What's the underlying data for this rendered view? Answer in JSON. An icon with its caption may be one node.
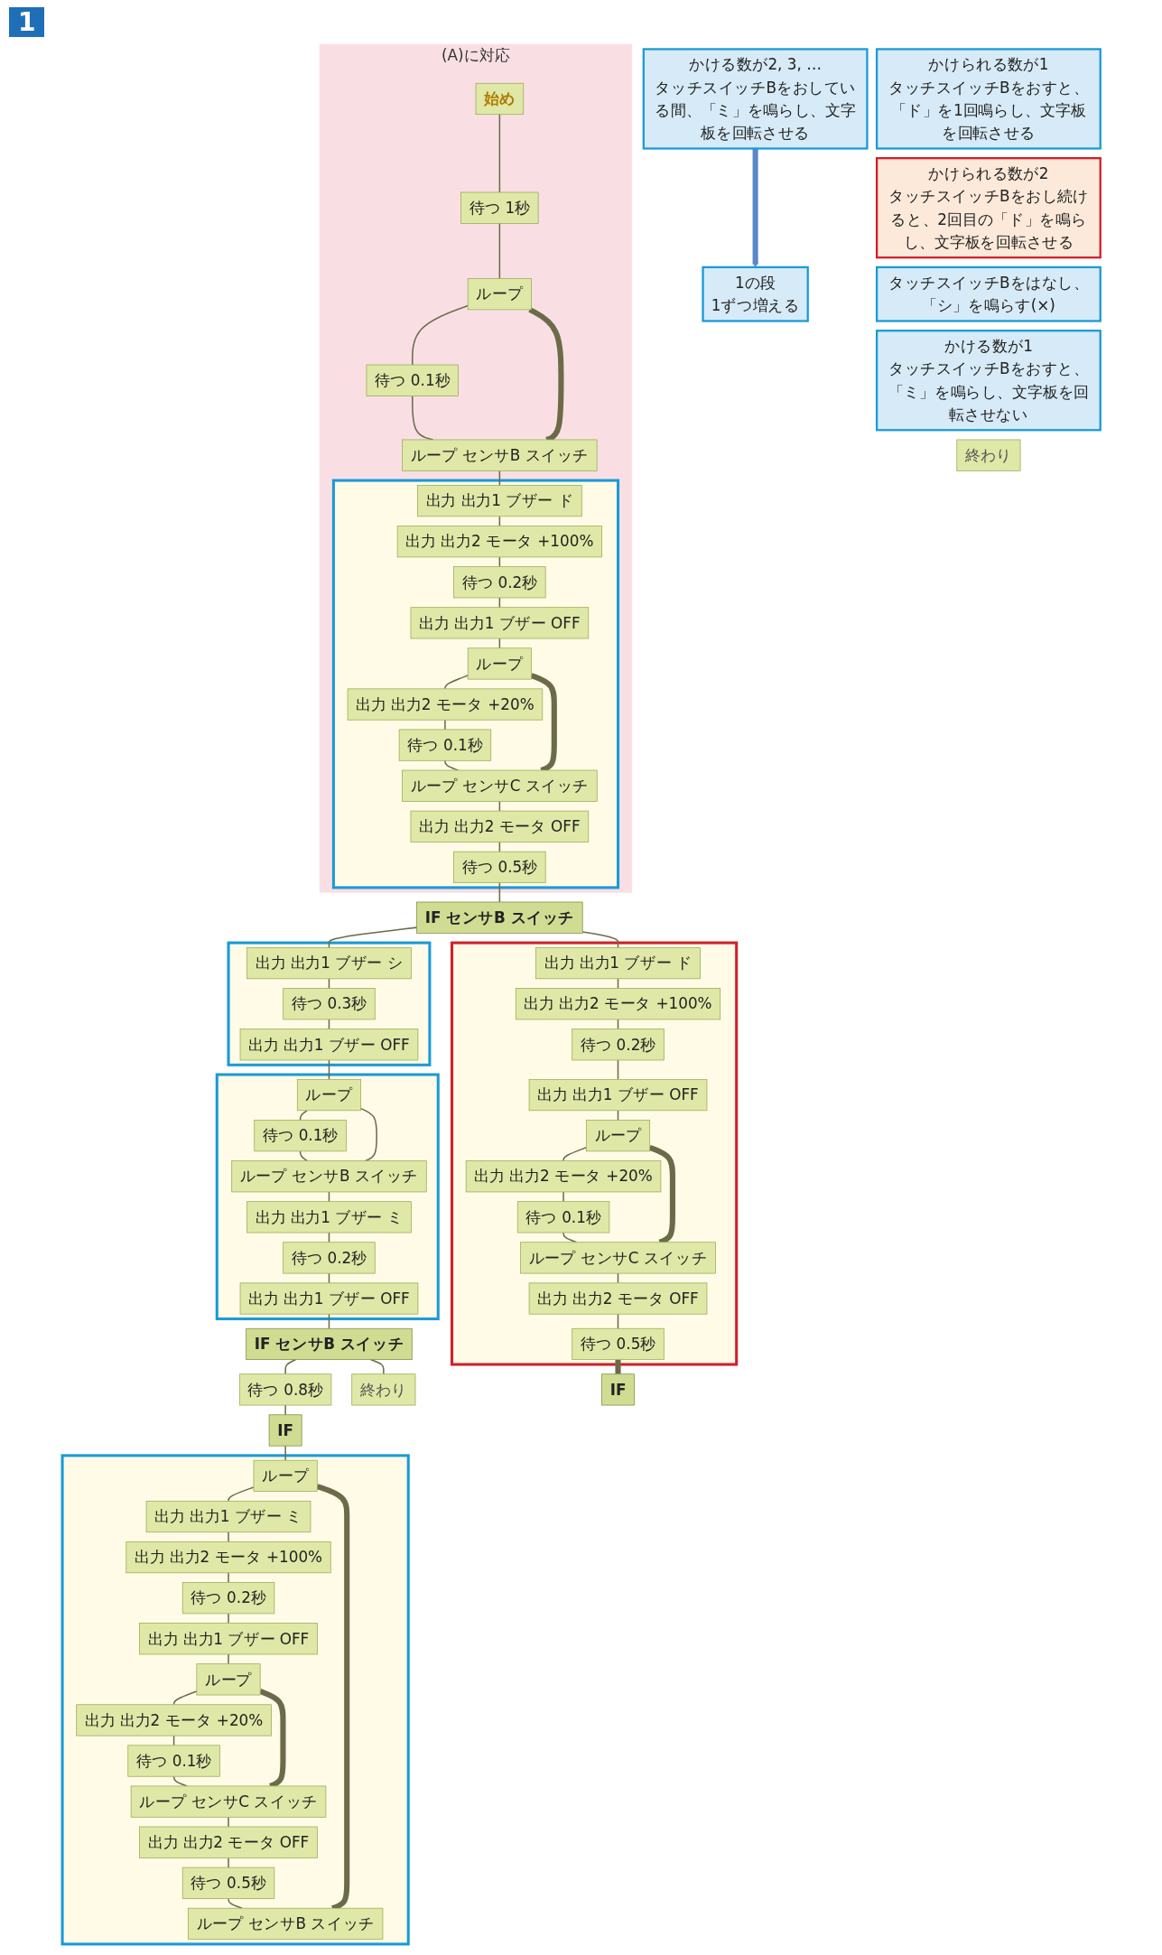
{
  "diagram": {
    "nodes": [
      {
        "text": [
          "(A)に対応"
        ]
      },
      {
        "text": [
          "始め"
        ],
        "in": 0
      },
      {
        "text": [
          "待つ 1秒"
        ],
        "in": 0
      },
      {
        "text": [
          "ループ"
        ],
        "in": 0
      },
      {
        "text": [
          "待つ 0.1秒"
        ],
        "in": 0
      },
      {
        "text": [
          "ループ センサB スイッチ"
        ],
        "in": 0
      },
      {
        "text": [],
        "shape": "box",
        "in": 0
      },
      {
        "text": [
          "出力 出力1 ブザー ド"
        ],
        "in": 6
      },
      {
        "text": [
          "出力 出力2 モータ +100%"
        ],
        "in": 6
      },
      {
        "text": [
          "待つ 0.2秒"
        ],
        "in": 6
      },
      {
        "text": [
          "出力 出力1 ブザー OFF"
        ],
        "in": 6
      },
      {
        "text": [
          "ループ"
        ],
        "in": 6
      },
      {
        "text": [
          "出力 出力2 モータ +20%"
        ],
        "in": 6
      },
      {
        "text": [
          "待つ 0.1秒"
        ],
        "in": 6
      },
      {
        "text": [
          "ループ センサC スイッチ"
        ],
        "in": 6
      },
      {
        "text": [
          "出力 出力2 モータ OFF"
        ],
        "in": 6
      },
      {
        "text": [
          "待つ 0.5秒"
        ],
        "in": 6
      },
      {
        "text": [
          "かけられる数が1",
          "タッチスイッチBをおすと、「ド」を1回鳴らし、文字板を回転させる"
        ]
      },
      {
        "text": [
          "IF センサB スイッチ"
        ]
      },
      {
        "text": [],
        "shape": "box"
      },
      {
        "text": [
          "出力 出力1 ブザー ド"
        ],
        "in": 19
      },
      {
        "text": [
          "出力 出力2 モータ +100%"
        ],
        "in": 19
      },
      {
        "text": [
          "待つ 0.2秒"
        ],
        "in": 19
      },
      {
        "text": [
          "出力 出力1 ブザー OFF"
        ],
        "in": 19
      },
      {
        "text": [
          "ループ"
        ],
        "in": 19
      },
      {
        "text": [
          "出力 出力2 モータ +20%"
        ],
        "in": 19
      },
      {
        "text": [
          "待つ 0.1秒"
        ],
        "in": 19
      },
      {
        "text": [
          "ループ センサC スイッチ"
        ],
        "in": 19
      },
      {
        "text": [
          "出力 出力2 モータ OFF"
        ],
        "in": 19
      },
      {
        "text": [
          "待つ 0.5秒"
        ],
        "in": 19
      },
      {
        "text": [
          "かけられる数が2",
          "タッチスイッチBをおし続けると、2回目の「ド」を鳴らし、文字板を回転させる"
        ]
      },
      {
        "text": [],
        "shape": "box"
      },
      {
        "text": [
          "出力 出力1 ブザー シ"
        ],
        "in": 31
      },
      {
        "text": [
          "待つ 0.3秒"
        ],
        "in": 31
      },
      {
        "text": [
          "出力 出力1 ブザー OFF"
        ],
        "in": 31
      },
      {
        "text": [
          "タッチスイッチBをはなし、「シ」を鳴らす(×)"
        ]
      },
      {
        "text": [],
        "shape": "box"
      },
      {
        "text": [
          "ループ"
        ],
        "in": 36
      },
      {
        "text": [
          "待つ 0.1秒"
        ],
        "in": 36
      },
      {
        "text": [
          "ループ センサB スイッチ"
        ],
        "in": 36
      },
      {
        "text": [
          "出力 出力1 ブザー ミ"
        ],
        "in": 36
      },
      {
        "text": [
          "待つ 0.2秒"
        ],
        "in": 36
      },
      {
        "text": [
          "出力 出力1 ブザー OFF"
        ],
        "in": 36
      },
      {
        "text": [
          "かける数が1",
          "タッチスイッチBをおすと、「ミ」を鳴らし、文字板を回転させない"
        ]
      },
      {
        "text": [
          "IF センサB スイッチ"
        ]
      },
      {
        "text": [
          "待つ 0.8秒"
        ]
      },
      {
        "text": [
          "終わり"
        ]
      },
      {
        "text": [
          "IF"
        ]
      },
      {
        "text": [],
        "shape": "box"
      },
      {
        "text": [
          "ループ"
        ],
        "in": 48
      },
      {
        "text": [
          "出力 出力1 ブザー ミ"
        ],
        "in": 48
      },
      {
        "text": [
          "出力 出力2 モータ +100%"
        ],
        "in": 48
      },
      {
        "text": [
          "待つ 0.2秒"
        ],
        "in": 48
      },
      {
        "text": [
          "出力 出力1 ブザー OFF"
        ],
        "in": 48
      },
      {
        "text": [
          "ループ"
        ],
        "in": 48
      },
      {
        "text": [
          "出力 出力2 モータ +20%"
        ],
        "in": 48
      },
      {
        "text": [
          "待つ 0.1秒"
        ],
        "in": 48
      },
      {
        "text": [
          "ループ センサC スイッチ"
        ],
        "in": 48
      },
      {
        "text": [
          "出力 出力2 モータ OFF"
        ],
        "in": 48
      },
      {
        "text": [
          "待つ 0.5秒"
        ],
        "in": 48
      },
      {
        "text": [
          "ループ センサB スイッチ"
        ],
        "in": 48
      },
      {
        "text": [
          "かける数が2, 3, …",
          "タッチスイッチBをおしている間、「ミ」を鳴らし、文字板を回転させる"
        ]
      },
      {
        "text": [
          "終わり"
        ]
      },
      {
        "text": [
          "1の段",
          "1ずつ増える"
        ]
      },
      {
        "text": [
          "IF"
        ]
      }
    ],
    "edges": [
      {
        "from": 1,
        "to": 2,
        "arrow": "none"
      },
      {
        "from": 2,
        "to": 3,
        "arrow": "none"
      },
      {
        "from": 3,
        "to": 4,
        "arrow": "none"
      },
      {
        "from": 4,
        "to": 5,
        "arrow": "none"
      },
      {
        "from": 3,
        "to": 5,
        "arrow": "none",
        "style": "thick",
        "color": "#6b6b4a"
      },
      {
        "from": 5,
        "to": 7,
        "arrow": "none"
      },
      {
        "from": 7,
        "to": 8,
        "arrow": "none"
      },
      {
        "from": 8,
        "to": 9,
        "arrow": "none"
      },
      {
        "from": 9,
        "to": 10,
        "arrow": "none"
      },
      {
        "from": 10,
        "to": 11,
        "arrow": "none"
      },
      {
        "from": 11,
        "to": 12,
        "arrow": "none"
      },
      {
        "from": 12,
        "to": 13,
        "arrow": "none"
      },
      {
        "from": 13,
        "to": 14,
        "arrow": "none"
      },
      {
        "from": 11,
        "to": 14,
        "arrow": "none",
        "style": "thick",
        "color": "#6b6b4a"
      },
      {
        "from": 14,
        "to": 15,
        "arrow": "none"
      },
      {
        "from": 15,
        "to": 16,
        "arrow": "none"
      },
      {
        "from": 16,
        "to": 18,
        "arrow": "none"
      },
      {
        "from": 18,
        "to": 20,
        "arrow": "none"
      },
      {
        "from": 20,
        "to": 21,
        "arrow": "none"
      },
      {
        "from": 21,
        "to": 22,
        "arrow": "none"
      },
      {
        "from": 22,
        "to": 23,
        "arrow": "none"
      },
      {
        "from": 23,
        "to": 24,
        "arrow": "none"
      },
      {
        "from": 24,
        "to": 25,
        "arrow": "none"
      },
      {
        "from": 25,
        "to": 26,
        "arrow": "none"
      },
      {
        "from": 26,
        "to": 27,
        "arrow": "none"
      },
      {
        "from": 24,
        "to": 27,
        "arrow": "none",
        "style": "thick",
        "color": "#6b6b4a"
      },
      {
        "from": 27,
        "to": 28,
        "arrow": "none"
      },
      {
        "from": 28,
        "to": 29,
        "arrow": "none"
      },
      {
        "from": 29,
        "to": 64,
        "arrow": "none",
        "style": "thick",
        "color": "#6b6b4a"
      },
      {
        "from": 18,
        "to": 32,
        "arrow": "none"
      },
      {
        "from": 32,
        "to": 33,
        "arrow": "none"
      },
      {
        "from": 33,
        "to": 34,
        "arrow": "none"
      },
      {
        "from": 34,
        "to": 37,
        "arrow": "none"
      },
      {
        "from": 37,
        "to": 38,
        "arrow": "none"
      },
      {
        "from": 38,
        "to": 39,
        "arrow": "none"
      },
      {
        "from": 37,
        "to": 39,
        "arrow": "none"
      },
      {
        "from": 39,
        "to": 40,
        "arrow": "none"
      },
      {
        "from": 40,
        "to": 41,
        "arrow": "none"
      },
      {
        "from": 41,
        "to": 42,
        "arrow": "none"
      },
      {
        "from": 42,
        "to": 44,
        "arrow": "none"
      },
      {
        "from": 44,
        "to": 45,
        "arrow": "none"
      },
      {
        "from": 44,
        "to": 46,
        "arrow": "none"
      },
      {
        "from": 45,
        "to": 47,
        "arrow": "none"
      },
      {
        "from": 47,
        "to": 49,
        "arrow": "none"
      },
      {
        "from": 49,
        "to": 50,
        "arrow": "none"
      },
      {
        "from": 50,
        "to": 51,
        "arrow": "none"
      },
      {
        "from": 51,
        "to": 52,
        "arrow": "none"
      },
      {
        "from": 52,
        "to": 53,
        "arrow": "none"
      },
      {
        "from": 53,
        "to": 54,
        "arrow": "none"
      },
      {
        "from": 54,
        "to": 55,
        "arrow": "none"
      },
      {
        "from": 55,
        "to": 56,
        "arrow": "none"
      },
      {
        "from": 56,
        "to": 57,
        "arrow": "none"
      },
      {
        "from": 54,
        "to": 57,
        "arrow": "none",
        "style": "thick",
        "color": "#6b6b4a"
      },
      {
        "from": 57,
        "to": 58,
        "arrow": "none"
      },
      {
        "from": 58,
        "to": 59,
        "arrow": "none"
      },
      {
        "from": 59,
        "to": 60,
        "arrow": "none"
      },
      {
        "from": 49,
        "to": 60,
        "arrow": "none",
        "style": "thick",
        "color": "#6b6b4a"
      },
      {
        "from": 61,
        "to": 63,
        "arrow": "to",
        "style": "thick",
        "color": "#5b87c7"
      }
    ],
    "labels": [
      "1"
    ]
  }
}
